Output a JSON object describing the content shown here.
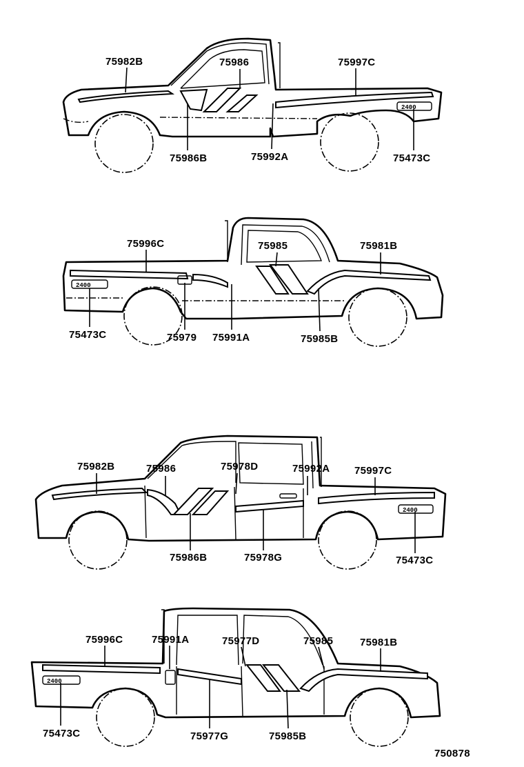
{
  "figure_id": "750878",
  "trucks": [
    {
      "name": "regular-cab-left-view",
      "labels": [
        "75982B",
        "75986",
        "75997C",
        "75986B",
        "75992A",
        "75473C"
      ]
    },
    {
      "name": "regular-cab-right-view",
      "labels": [
        "75996C",
        "75985",
        "75981B",
        "75473C",
        "75979",
        "75991A",
        "75985B"
      ]
    },
    {
      "name": "double-cab-left-view",
      "labels": [
        "75982B",
        "75986",
        "75978D",
        "75992A",
        "75997C",
        "75986B",
        "75978G",
        "75473C"
      ]
    },
    {
      "name": "double-cab-right-view",
      "labels": [
        "75996C",
        "75991A",
        "75977D",
        "75985",
        "75981B",
        "75473C",
        "75977G",
        "75985B"
      ]
    }
  ],
  "colors": {
    "ink": "#000000",
    "paper": "#ffffff"
  }
}
